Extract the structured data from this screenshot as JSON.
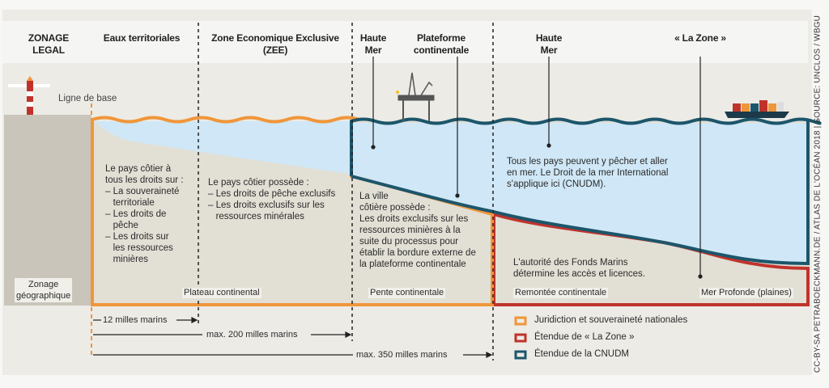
{
  "header": {
    "legal_zoning": "ZONAGE\nLEGAL",
    "territorial_waters": "Eaux territoriales",
    "eez": "Zone Economique Exclusive\n(ZEE)",
    "high_seas_1": "Haute\nMer",
    "continental_shelf": "Plateforme\ncontinentale",
    "high_seas_2": "Haute\nMer",
    "the_area": "« La Zone »"
  },
  "baseline_label": "Ligne de base",
  "geo_zoning_label": "Zonage\ngéographique",
  "texts": {
    "territorial": "Le pays côtier à\ntous les droits sur :\n– La souveraineté\n   territoriale\n– Les droits de\n   pêche\n– Les droits sur\n   les ressources\n   minières",
    "eez": "Le pays côtier possède :\n– Les droits de pêche exclusifs\n– Les droits exclusifs sur les\n   ressources minérales",
    "shelf": "La ville\ncôtière possède :\nLes droits exclusifs sur les\nressources minières à la\nsuite du processus pour\nétablir la bordure externe de\nla plateforme continentale",
    "high_seas": "Tous les pays peuvent y pêcher et aller\nen mer. Le Droit de la mer International\ns'applique ici (CNUDM).",
    "seabed_authority": "L'autorité des Fonds Marins\ndétermine les accès et licences."
  },
  "geo_labels": {
    "plateau": "Plateau continental",
    "slope": "Pente continentale",
    "rise": "Remontée continentale",
    "deep": "Mer Profonde (plaines)"
  },
  "distances": {
    "d12": "12 milles marins",
    "d200": "max. 200 milles marins",
    "d350": "max. 350 milles marins"
  },
  "legend": [
    {
      "label": "Juridiction et souveraineté nationales",
      "color": "#f0963a"
    },
    {
      "label": "Étendue de « La Zone »",
      "color": "#c0332b"
    },
    {
      "label": "Étendue de la CNUDM",
      "color": "#1c566b"
    }
  ],
  "credit": "CC-BY-SA PETRABOECKMANN.DE / ATLAS DE L'OCÉAN 2018 | SOURCE: UNCLOS / WBGU",
  "colors": {
    "water": "#cfe7f6",
    "land": "#c9c5ba",
    "seabed": "#e2dfd5",
    "background": "#ecebe6"
  }
}
